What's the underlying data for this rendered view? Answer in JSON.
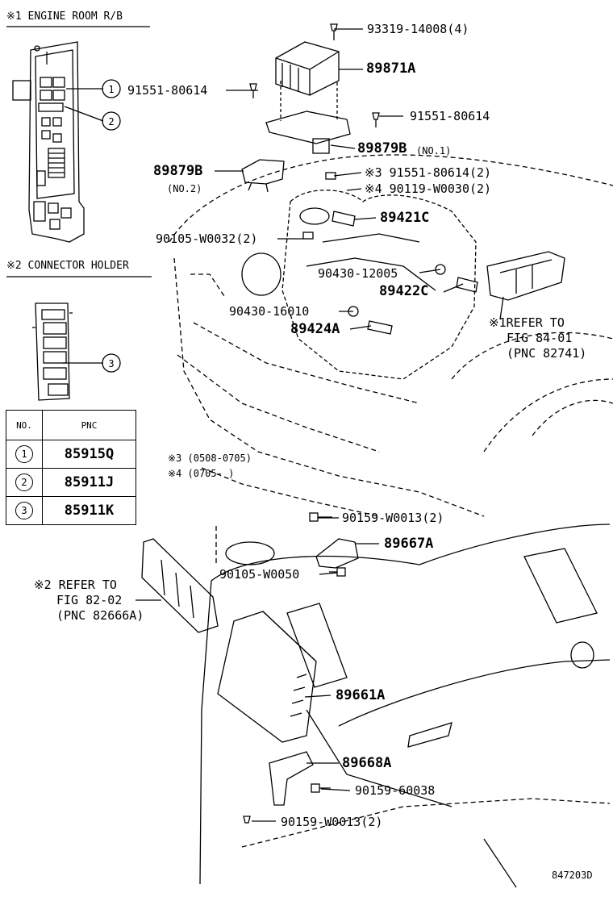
{
  "notes": {
    "note1": "※1 ENGINE ROOM R/B",
    "note2": "※2 CONNECTOR HOLDER",
    "note3": "※3 (0508-0705)",
    "note4": "※4 (0705-     )"
  },
  "callouts": {
    "c1": "1",
    "c2": "2",
    "c3": "3"
  },
  "table": {
    "col_no": "NO.",
    "col_pnc": "PNC",
    "rows": [
      {
        "no": "1",
        "pnc": "85915Q"
      },
      {
        "no": "2",
        "pnc": "85911J"
      },
      {
        "no": "3",
        "pnc": "85911K"
      }
    ]
  },
  "parts": {
    "p93319": "93319-14008(4)",
    "p89871A": "89871A",
    "p91551a": "91551-80614",
    "p91551b": "91551-80614",
    "p89879B1": "89879B",
    "p89879B1_note": "(NO.1)",
    "p89879B2": "89879B",
    "p89879B2_note": "(NO.2)",
    "p91551c": "※3 91551-80614(2)",
    "p90119": "※4 90119-W0030(2)",
    "p89421C": "89421C",
    "p90105a": "90105-W0032(2)",
    "p90430a": "90430-12005",
    "p89422C": "89422C",
    "p90430b": "90430-16010",
    "p89424A": "89424A",
    "ref1_l1": "※1REFER TO",
    "ref1_l2": "FIG 84-01",
    "ref1_l3": "(PNC 82741)",
    "p90159a": "90159-W0013(2)",
    "p89667A": "89667A",
    "p90105b": "90105-W0050",
    "ref2_l1": "※2 REFER TO",
    "ref2_l2": "FIG 82-02",
    "ref2_l3": "(PNC 82666A)",
    "p89661A": "89661A",
    "p89668A": "89668A",
    "p90159b": "90159-60038",
    "p90159c": "90159-W0013(2)"
  },
  "figure_id": "847203D"
}
